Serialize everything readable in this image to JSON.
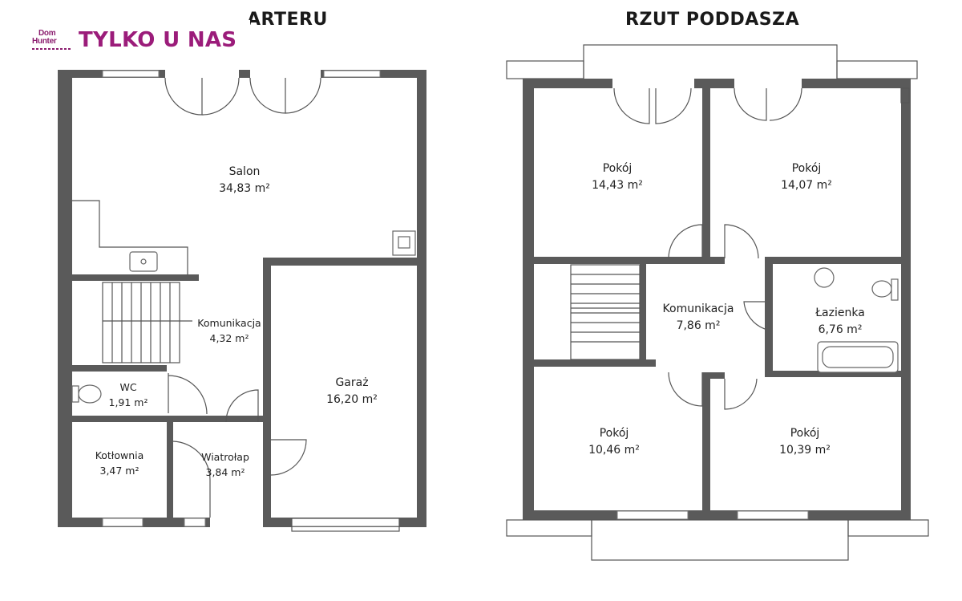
{
  "titles": {
    "ground_partial": "ARTERU",
    "attic": "RZUT PODDASZA"
  },
  "badge": {
    "logo_line1": "Dom",
    "logo_line2": "Hunter",
    "text": "TYLKO U NAS"
  },
  "ground_floor": {
    "salon": {
      "name": "Salon",
      "area": "34,83 m²"
    },
    "komunikacja": {
      "name": "Komunikacja",
      "area": "4,32 m²"
    },
    "wc": {
      "name": "WC",
      "area": "1,91 m²"
    },
    "garaz": {
      "name": "Garaż",
      "area": "16,20 m²"
    },
    "kotlownia": {
      "name": "Kotłownia",
      "area": "3,47 m²"
    },
    "wiatrolap": {
      "name": "Wiatrołap",
      "area": "3,84 m²"
    }
  },
  "attic_floor": {
    "pokoj1": {
      "name": "Pokój",
      "area": "14,43 m²"
    },
    "pokoj2": {
      "name": "Pokój",
      "area": "14,07 m²"
    },
    "komunikacja": {
      "name": "Komunikacja",
      "area": "7,86 m²"
    },
    "lazienka": {
      "name": "Łazienka",
      "area": "6,76 m²"
    },
    "pokoj3": {
      "name": "Pokój",
      "area": "10,46 m²"
    },
    "pokoj4": {
      "name": "Pokój",
      "area": "10,39 m²"
    }
  },
  "colors": {
    "wall": "#5a5a5a",
    "badge_text": "#9b1c7a",
    "title": "#1a1a1a"
  }
}
